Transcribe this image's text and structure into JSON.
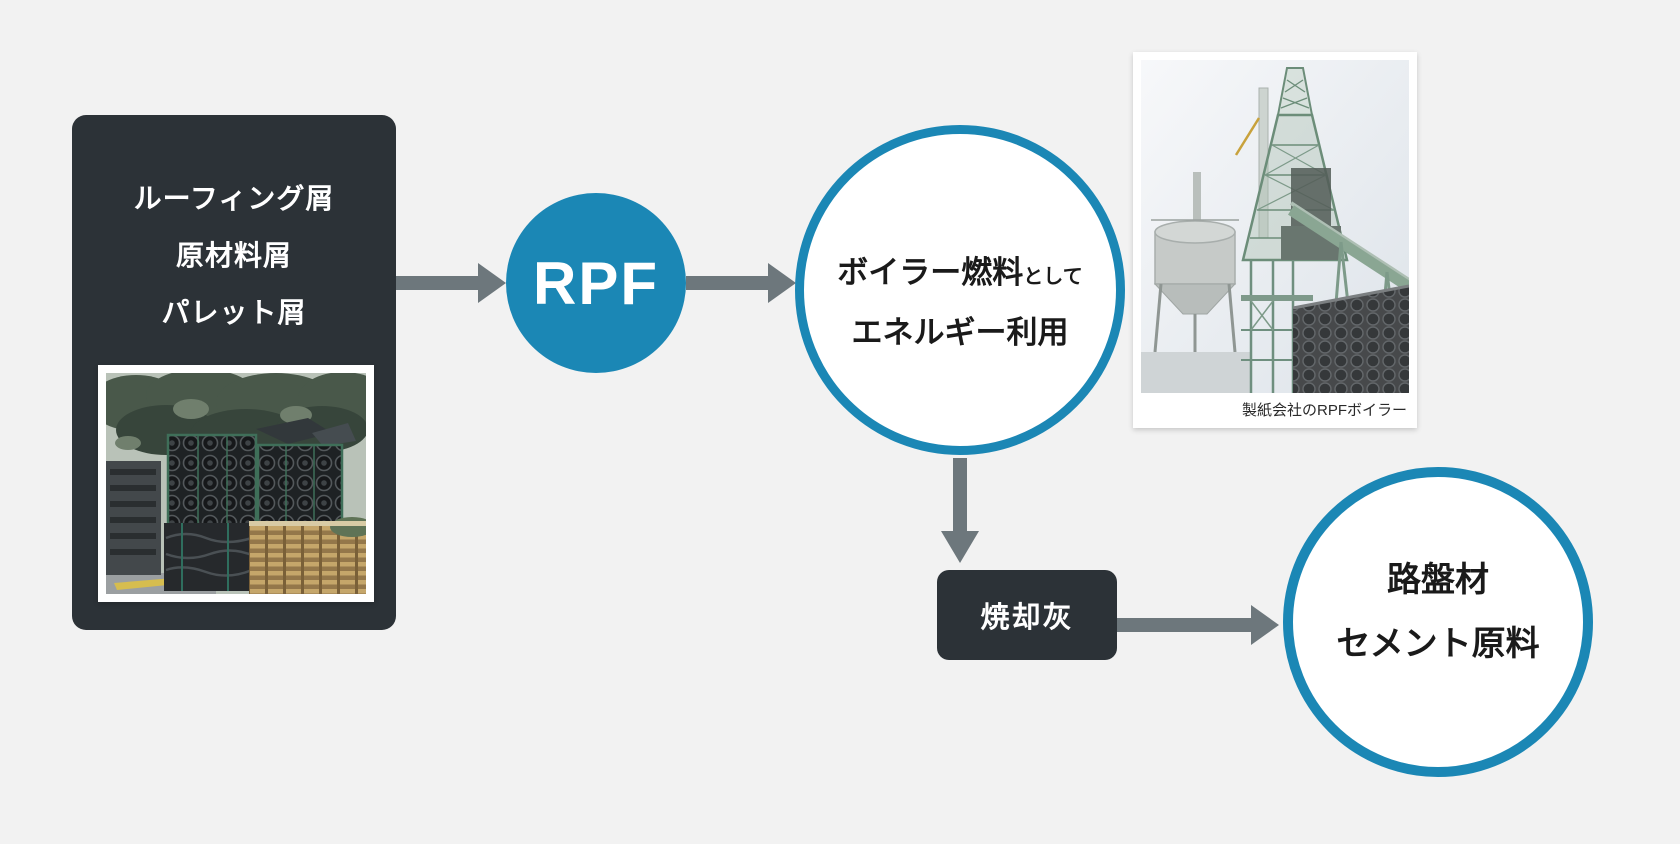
{
  "colors": {
    "background": "#f2f2f2",
    "accent_blue": "#1b87b5",
    "dark_panel": "#2c3237",
    "arrow_gray": "#6d777c",
    "text_light": "#ffffff",
    "text_dark": "#1a1a1a"
  },
  "source_box": {
    "items": [
      "ルーフィング屑",
      "原材料屑",
      "パレット屑"
    ]
  },
  "rpf_node": {
    "label": "RPF"
  },
  "boiler_node": {
    "line1_main": "ボイラー燃料",
    "line1_suffix": "として",
    "line2": "エネルギー利用"
  },
  "boiler_photo": {
    "caption": "製紙会社のRPFボイラー"
  },
  "ash_box": {
    "label": "焼却灰"
  },
  "output_node": {
    "lines": [
      "路盤材",
      "セメント原料"
    ]
  }
}
